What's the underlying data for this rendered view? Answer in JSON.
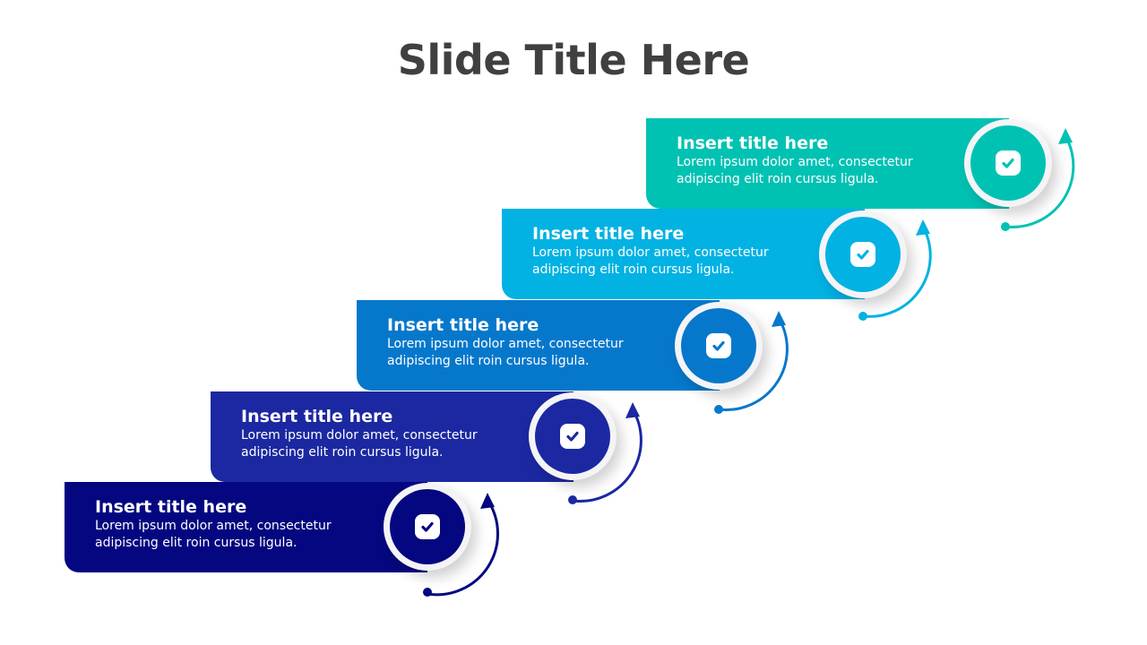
{
  "slide": {
    "title": "Slide Title Here"
  },
  "steps": [
    {
      "title": "Insert title here",
      "line1": "Lorem ipsum dolor amet, consectetur",
      "line2": "adipiscing elit roin cursus ligula.",
      "color": "#00c2b3",
      "icon": "check-square-icon"
    },
    {
      "title": "Insert title here",
      "line1": "Lorem ipsum dolor amet, consectetur",
      "line2": "adipiscing elit roin cursus ligula.",
      "color": "#02b2e3",
      "icon": "check-square-icon"
    },
    {
      "title": "Insert title here",
      "line1": "Lorem ipsum dolor amet, consectetur",
      "line2": "adipiscing elit roin cursus ligula.",
      "color": "#0678cb",
      "icon": "check-square-icon"
    },
    {
      "title": "Insert title here",
      "line1": "Lorem ipsum dolor amet, consectetur",
      "line2": "adipiscing elit roin cursus ligula.",
      "color": "#1b28a1",
      "icon": "check-square-icon"
    },
    {
      "title": "Insert title here",
      "line1": "Lorem ipsum dolor amet, consectetur",
      "line2": "adipiscing elit roin cursus ligula.",
      "color": "#050780",
      "icon": "check-square-icon"
    }
  ]
}
